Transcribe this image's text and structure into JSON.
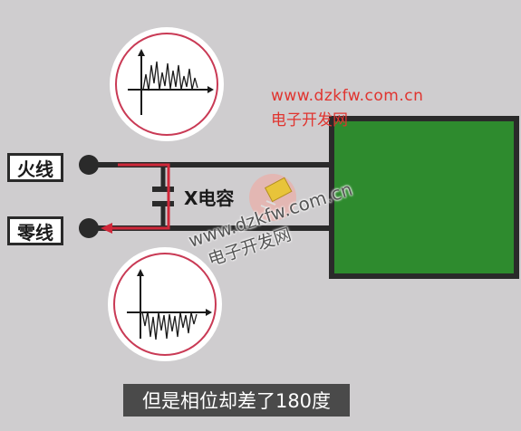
{
  "labels": {
    "live_wire": "火线",
    "neutral_wire": "零线",
    "x_capacitor": "X电容"
  },
  "watermark_top": {
    "url": "www.dzkfw.com.cn",
    "name": "电子开发网"
  },
  "watermark_mid": {
    "url": "www.dzkfw.com.cn",
    "name": "电子开发网"
  },
  "caption": "但是相位却差了180度",
  "colors": {
    "background": "#cfcdcf",
    "wire": "#2a2a2a",
    "current_arrow": "#d0283a",
    "device_fill": "#2e8b2e",
    "circle_ring": "#c93a55"
  },
  "icons": [
    "waveform-icon",
    "capacitor-icon",
    "capacitor-photo-icon",
    "terminal-dot-icon",
    "arrow-icon"
  ]
}
